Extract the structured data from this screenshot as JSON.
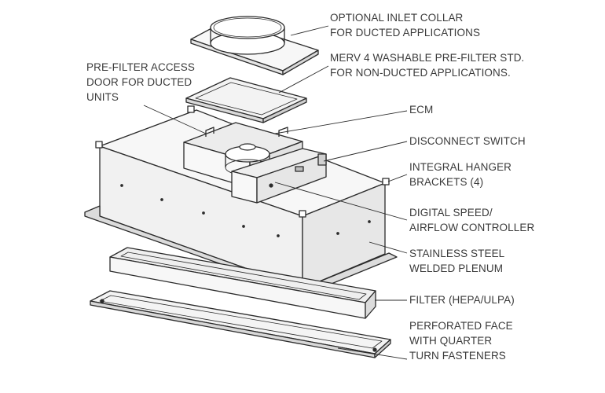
{
  "labels": {
    "inlet_collar": [
      "OPTIONAL INLET COLLAR",
      "FOR DUCTED APPLICATIONS"
    ],
    "prefilter_std": [
      "MERV 4 WASHABLE PRE-FILTER STD.",
      "FOR NON-DUCTED APPLICATIONS."
    ],
    "prefilter_door": [
      "PRE-FILTER ACCESS",
      "DOOR FOR DUCTED",
      "UNITS"
    ],
    "ecm": [
      "ECM"
    ],
    "disconnect": [
      "DISCONNECT SWITCH"
    ],
    "hanger": [
      "INTEGRAL HANGER",
      "BRACKETS (4)"
    ],
    "controller": [
      "DIGITAL SPEED/",
      "AIRFLOW CONTROLLER"
    ],
    "plenum": [
      "STAINLESS STEEL",
      "WELDED PLENUM"
    ],
    "filter": [
      "FILTER (HEPA/ULPA)"
    ],
    "face": [
      "PERFORATED FACE",
      "WITH QUARTER",
      "TURN FASTENERS"
    ]
  }
}
